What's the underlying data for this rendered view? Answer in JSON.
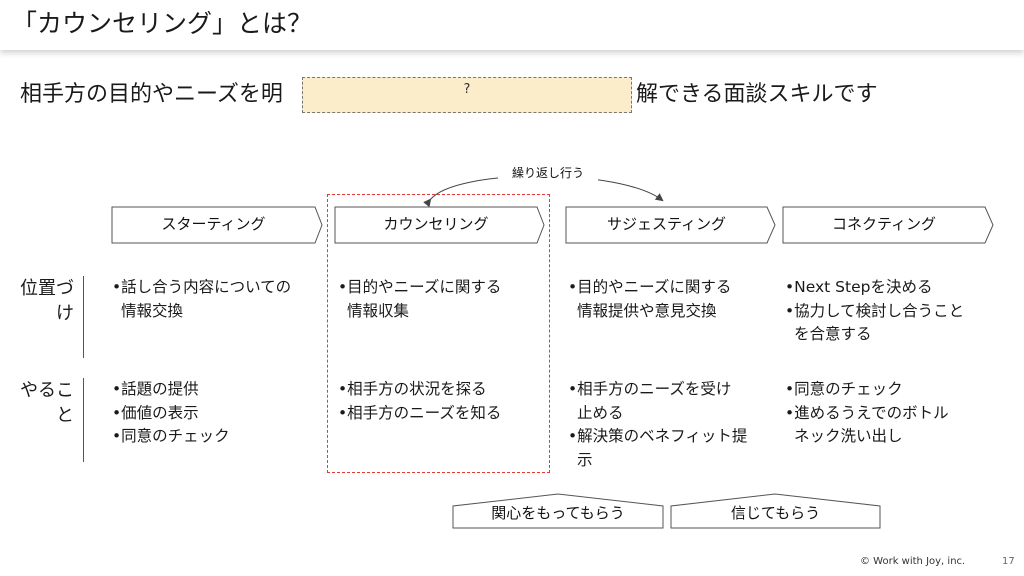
{
  "slide": {
    "title": "「カウンセリング」とは？",
    "lead_before": "相手方の目的やニーズを明",
    "blank_mark": "?",
    "lead_after": "解できる面談スキルです",
    "loop_label": "繰り返し行う",
    "steps": [
      {
        "label": "スターティング"
      },
      {
        "label": "カウンセリング"
      },
      {
        "label": "サジェスティング"
      },
      {
        "label": "コネクティング"
      }
    ],
    "rows": [
      {
        "label": "位置づけ",
        "cells": [
          [
            "•話し合う内容についての",
            "情報交換"
          ],
          [
            "•目的やニーズに関する",
            "情報収集"
          ],
          [
            "•目的やニーズに関する",
            "情報提供や意見交換"
          ],
          [
            "•Next Stepを決める",
            "•協力して検討し合うこと",
            "を合意する"
          ]
        ]
      },
      {
        "label": "やること",
        "cells": [
          [
            "•話題の提供",
            "•価値の表示",
            "•同意のチェック"
          ],
          [
            "•相手方の状況を探る",
            "•相手方のニーズを知る"
          ],
          [
            "•相手方のニーズを受け",
            "止める",
            "•解決策のベネフィット提",
            "示"
          ],
          [
            "•同意のチェック",
            "•進めるうえでのボトル",
            "ネック洗い出し"
          ]
        ]
      }
    ],
    "bottom": [
      {
        "label": "関心をもってもらう"
      },
      {
        "label": "信じてもらう"
      }
    ],
    "footer": "© Work with Joy, inc.",
    "page_number": "17"
  }
}
